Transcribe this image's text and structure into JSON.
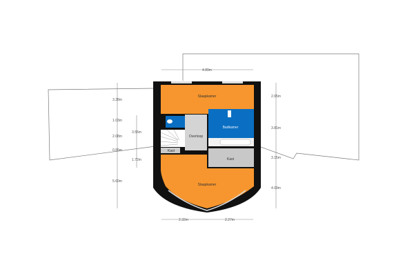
{
  "colors": {
    "bedroom": "#f7962e",
    "bathroom": "#0a6fc2",
    "hall": "#d0d0d0",
    "storage": "#c8c8c8",
    "wall": "#111111"
  },
  "rooms": {
    "bedroom_top": "Slaapkamer",
    "landing": "Overloop",
    "bathroom": "Badkamer",
    "closet_small": "Kast",
    "closet_right": "Kast",
    "bedroom_bottom": "Slaapkamer"
  },
  "dimensions": {
    "top": "4.89m",
    "bottom_left": "2.32m",
    "bottom_right": "2.27m",
    "left": [
      "3.28m",
      "1.03m",
      "2.08m",
      "0.55m",
      "5.60m"
    ],
    "left_inner": [
      "3.55m",
      "1.72m"
    ],
    "right": [
      "2.65m",
      "3.81m",
      "3.15m",
      "4.09m"
    ]
  }
}
